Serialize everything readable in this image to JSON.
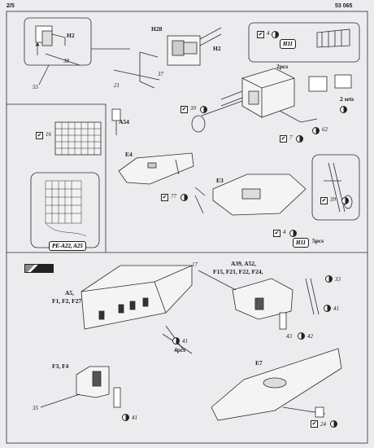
{
  "header": {
    "page": "2/5",
    "code": "53 065"
  },
  "labels": {
    "h2_a": "H2",
    "h28": "H28",
    "h2_b": "H2",
    "h11_top": "H11",
    "h11_mid": "H11",
    "twopcs": "2pcs",
    "twosets": "2 sets",
    "a54": "A54",
    "e4": "E4",
    "e3": "E3",
    "fivepcs": "5pcs",
    "pe": "PE-A22, A25",
    "a5": "A5,",
    "f1": "F1, F2, F27",
    "a39": "A39, A52,",
    "f15": "F15, F21, F22, F24,",
    "f3": "F3, F4",
    "e7": "E7",
    "fourpcs": "4pcs"
  },
  "numbers": {
    "n38": "38",
    "n55": "55",
    "n21": "21",
    "n37": "37",
    "n4a": "4",
    "n39a": "39",
    "n7": "7",
    "n62": "62",
    "n16": "16",
    "n77": "77",
    "n4b": "4",
    "n39b": "39",
    "n17": "17",
    "n33": "33",
    "n41a": "41",
    "n42": "42",
    "n43": "43",
    "n41b": "41",
    "n35": "35",
    "n41c": "41",
    "n24": "24"
  },
  "icons": {
    "check": "✔",
    "step": "step-icon"
  },
  "colors": {
    "ink": "#1b1b1f",
    "paper": "#ececef",
    "grey": "#d4d4d8"
  }
}
